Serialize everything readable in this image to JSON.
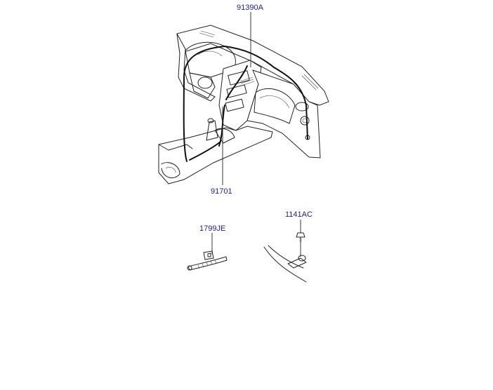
{
  "diagram": {
    "callouts": [
      {
        "id": "dash-harness",
        "part_number": "91390A"
      },
      {
        "id": "floor-harness",
        "part_number": "91701"
      },
      {
        "id": "ground-strap",
        "part_number": "1799JE"
      },
      {
        "id": "bolt",
        "part_number": "1141AC"
      }
    ]
  },
  "colors": {
    "label": "#1a1aa6",
    "line": "#222222",
    "background": "#ffffff"
  }
}
